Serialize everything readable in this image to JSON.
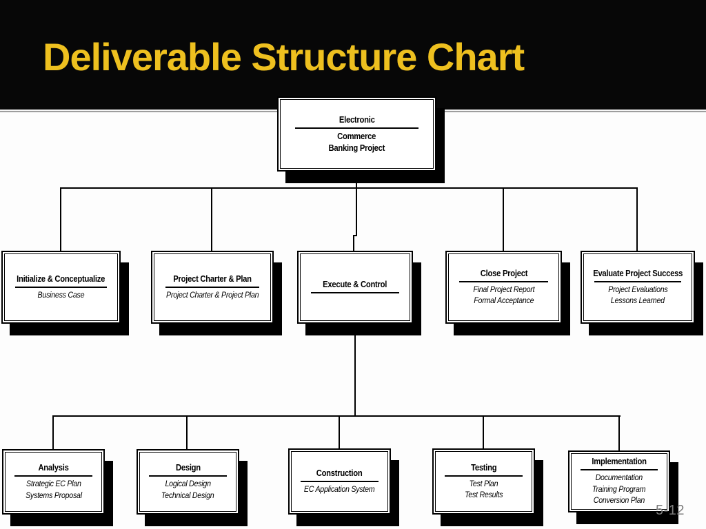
{
  "slide": {
    "title": "Deliverable Structure Chart",
    "page_number": "5-12"
  },
  "colors": {
    "title_gold": "#EEC01F",
    "banner_black": "#070707",
    "box_shadow": "#000000",
    "page_number_gray": "#7D7D7D"
  },
  "diagram": {
    "root": {
      "title": "Electronic",
      "lines": [
        "Commerce",
        "Banking Project"
      ]
    },
    "level2": [
      {
        "title": "Initialize & Conceptualize",
        "lines": [
          "Business Case"
        ]
      },
      {
        "title": "Project Charter & Plan",
        "lines": [
          "Project Charter & Project Plan"
        ]
      },
      {
        "title": "Execute & Control",
        "lines": []
      },
      {
        "title": "Close Project",
        "lines": [
          "Final Project Report",
          "Formal Acceptance"
        ]
      },
      {
        "title": "Evaluate Project Success",
        "lines": [
          "Project Evaluations",
          "Lessons Learned"
        ]
      }
    ],
    "level3": [
      {
        "title": "Analysis",
        "lines": [
          "Strategic EC Plan",
          "Systems Proposal"
        ]
      },
      {
        "title": "Design",
        "lines": [
          "Logical Design",
          "Technical Design"
        ]
      },
      {
        "title": "Construction",
        "lines": [
          "EC Application System"
        ]
      },
      {
        "title": "Testing",
        "lines": [
          "Test Plan",
          "Test Results"
        ]
      },
      {
        "title": "Implementation",
        "lines": [
          "Documentation",
          "Training Program",
          "Conversion Plan"
        ]
      }
    ]
  }
}
